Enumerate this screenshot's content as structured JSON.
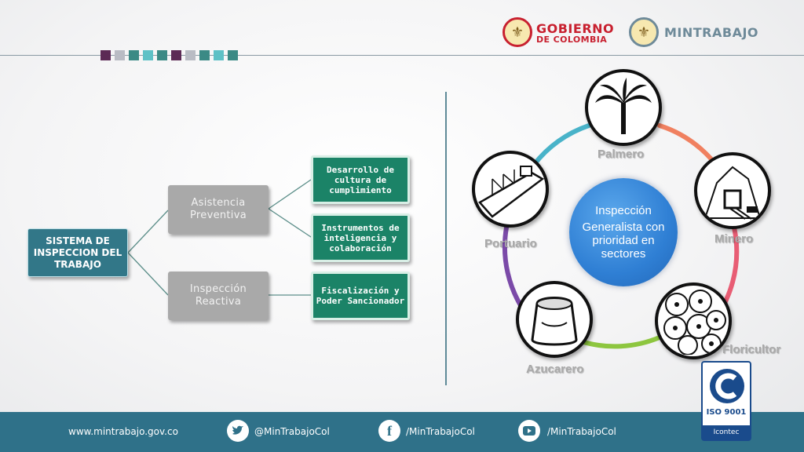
{
  "header": {
    "gobierno_line1": "GOBIERNO",
    "gobierno_line2": "DE COLOMBIA",
    "ministry": "MINTRABAJO",
    "accent_squares": [
      "#5c2a55",
      "#b9bcc4",
      "#3b8a85",
      "#5ec1c6",
      "#3b8a85",
      "#5c2a55",
      "#b9bcc4",
      "#3b8a85",
      "#5ec1c6",
      "#3b8a85"
    ]
  },
  "flow": {
    "root": "SISTEMA DE INSPECCION DEL TRABAJO",
    "preventiva": "Asistencia Preventiva",
    "reactiva": "Inspección Reactiva",
    "leaf1": "Desarrollo de cultura de cumplimiento",
    "leaf2": "Instrumentos de inteligencia y colaboración",
    "leaf3": "Fiscalización y Poder Sancionador"
  },
  "cycle": {
    "center_title": "Inspección",
    "center_body": "Generalista con prioridad en sectores",
    "nodes": [
      {
        "label": "Palmero",
        "icon": "palm-tree-icon"
      },
      {
        "label": "Minero",
        "icon": "mine-icon"
      },
      {
        "label": "Floricultor",
        "icon": "flowers-icon"
      },
      {
        "label": "Azucarero",
        "icon": "sugar-sack-icon"
      },
      {
        "label": "Portuario",
        "icon": "ship-icon"
      }
    ],
    "ring_colors": [
      "#f08060",
      "#e85d74",
      "#8dc63f",
      "#7b4aa8",
      "#49b3c9"
    ]
  },
  "footer": {
    "website": "www.mintrabajo.gov.co",
    "twitter": "@MinTrabajoCol",
    "facebook": "/MinTrabajoCol",
    "youtube": "/MinTrabajoCol"
  },
  "certification": {
    "standard": "ISO 9001",
    "issuer": "Icontec"
  }
}
